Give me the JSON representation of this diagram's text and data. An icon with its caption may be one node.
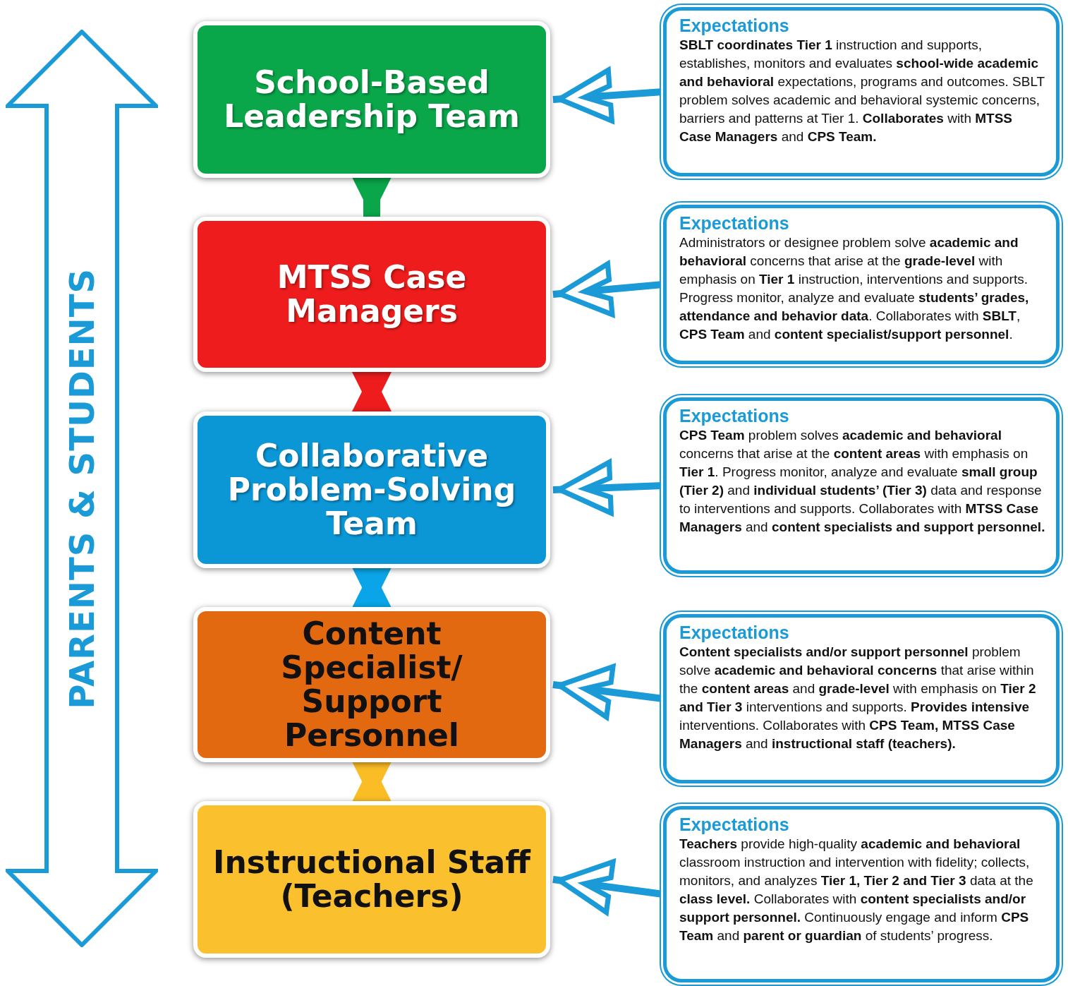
{
  "diagram": {
    "nodes": [
      {
        "text": [
          "PARENTS & STUDENTS"
        ]
      },
      {
        "text": [
          "School-Based Leadership Team"
        ]
      },
      {
        "text": [
          "MTSS Case Managers"
        ]
      },
      {
        "text": [
          "Collaborative Problem-Solving Team"
        ]
      },
      {
        "text": [
          "Content Specialist/ Support Personnel"
        ]
      },
      {
        "text": [
          "Instructional Staff (Teachers)"
        ]
      },
      {
        "text": [
          "Expectations",
          "**SBLT coordinates Tier 1** instruction and supports, establishes, monitors and evaluates **school-wide academic and behavioral** expectations, programs and outcomes. SBLT problem solves academic and behavioral systemic concerns, barriers and patterns at Tier 1. **Collaborates** with **MTSS Case Managers** and **CPS Team.**"
        ]
      },
      {
        "text": [
          "Expectations",
          "Administrators or designee problem solve **academic and behavioral** concerns that arise at the **grade-level** with emphasis on **Tier 1** instruction, interventions and supports. Progress monitor, analyze and evaluate **students’ grades, attendance and behavior data**. Collaborates with **SBLT**, **CPS Team** and **content specialist/support personnel**."
        ]
      },
      {
        "text": [
          "Expectations",
          "**CPS Team** problem solves **academic and behavioral** concerns that arise at the **content areas** with emphasis on **Tier 1**. Progress monitor, analyze and evaluate **small group (Tier 2)** and **individual students’ (Tier 3)** data and response to interventions and supports. Collaborates with **MTSS Case Managers** and **content specialists and support personnel.**"
        ]
      },
      {
        "text": [
          "Expectations",
          "**Content specialists and/or support personnel** problem solve **academic and behavioral concerns** that arise within the **content areas** and **grade-level** with emphasis on **Tier 2 and Tier 3** interventions and supports. **Provides intensive** interventions. Collaborates with **CPS Team, MTSS Case Managers** and **instructional staff (teachers).**"
        ]
      },
      {
        "text": [
          "Expectations",
          "**Teachers** provide high-quality **academic and behavioral** classroom instruction and intervention with fidelity; collects, monitors, and analyzes **Tier 1, Tier 2 and Tier 3** data at the **class level.** Collaborates with **content specialists and/or support personnel.** Continuously engage and inform **CPS Team** and **parent or guardian** of students’ progress."
        ]
      }
    ],
    "edges": [
      {
        "from": 1,
        "to": 2,
        "arrow": "to",
        "style": "thick",
        "color": "#0aa64a"
      },
      {
        "from": 2,
        "to": 3,
        "arrow": "both",
        "style": "thick",
        "color": "#ee1c1c"
      },
      {
        "from": 3,
        "to": 4,
        "arrow": "both",
        "style": "thick",
        "color": "#0aa5e8"
      },
      {
        "from": 4,
        "to": 5,
        "arrow": "both",
        "style": "thick",
        "color": "#fbbd26"
      },
      {
        "from": 6,
        "to": 1,
        "arrow": "to"
      },
      {
        "from": 7,
        "to": 2,
        "arrow": "to"
      },
      {
        "from": 8,
        "to": 3,
        "arrow": "to"
      },
      {
        "from": 9,
        "to": 4,
        "arrow": "to"
      },
      {
        "from": 10,
        "to": 5,
        "arrow": "to"
      }
    ]
  }
}
